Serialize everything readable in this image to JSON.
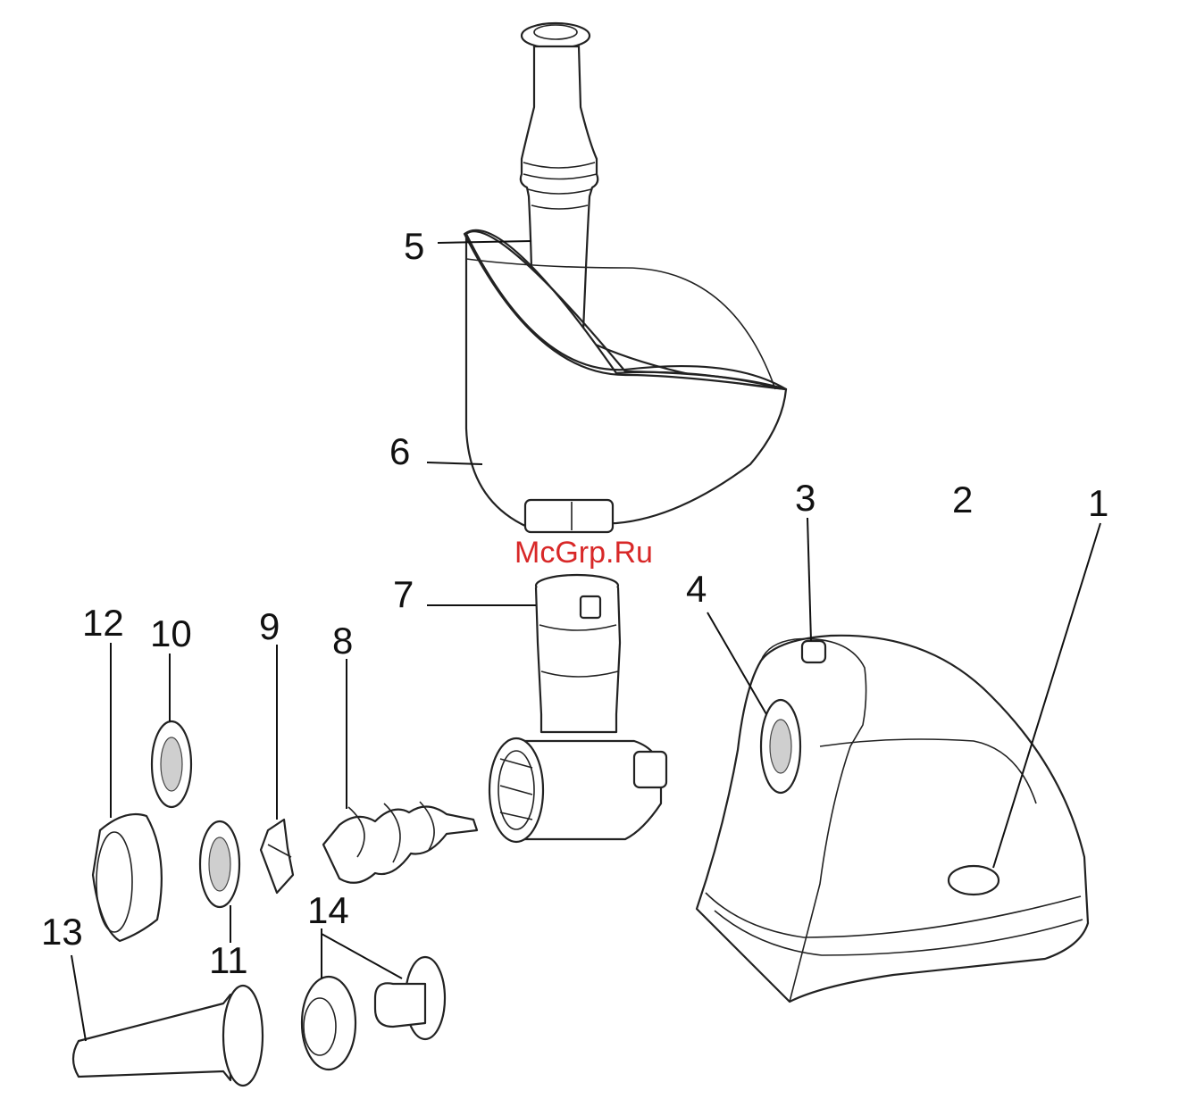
{
  "watermark": "McGrp.Ru",
  "callouts": [
    {
      "id": "1",
      "text": "1"
    },
    {
      "id": "2",
      "text": "2"
    },
    {
      "id": "3",
      "text": "3"
    },
    {
      "id": "4",
      "text": "4"
    },
    {
      "id": "5",
      "text": "5"
    },
    {
      "id": "6",
      "text": "6"
    },
    {
      "id": "7",
      "text": "7"
    },
    {
      "id": "8",
      "text": "8"
    },
    {
      "id": "9",
      "text": "9"
    },
    {
      "id": "10",
      "text": "10"
    },
    {
      "id": "11",
      "text": "11"
    },
    {
      "id": "12",
      "text": "12"
    },
    {
      "id": "13",
      "text": "13"
    },
    {
      "id": "14",
      "text": "14"
    }
  ],
  "colors": {
    "line": "#111111",
    "watermark": "#d82828",
    "background": "#ffffff"
  }
}
